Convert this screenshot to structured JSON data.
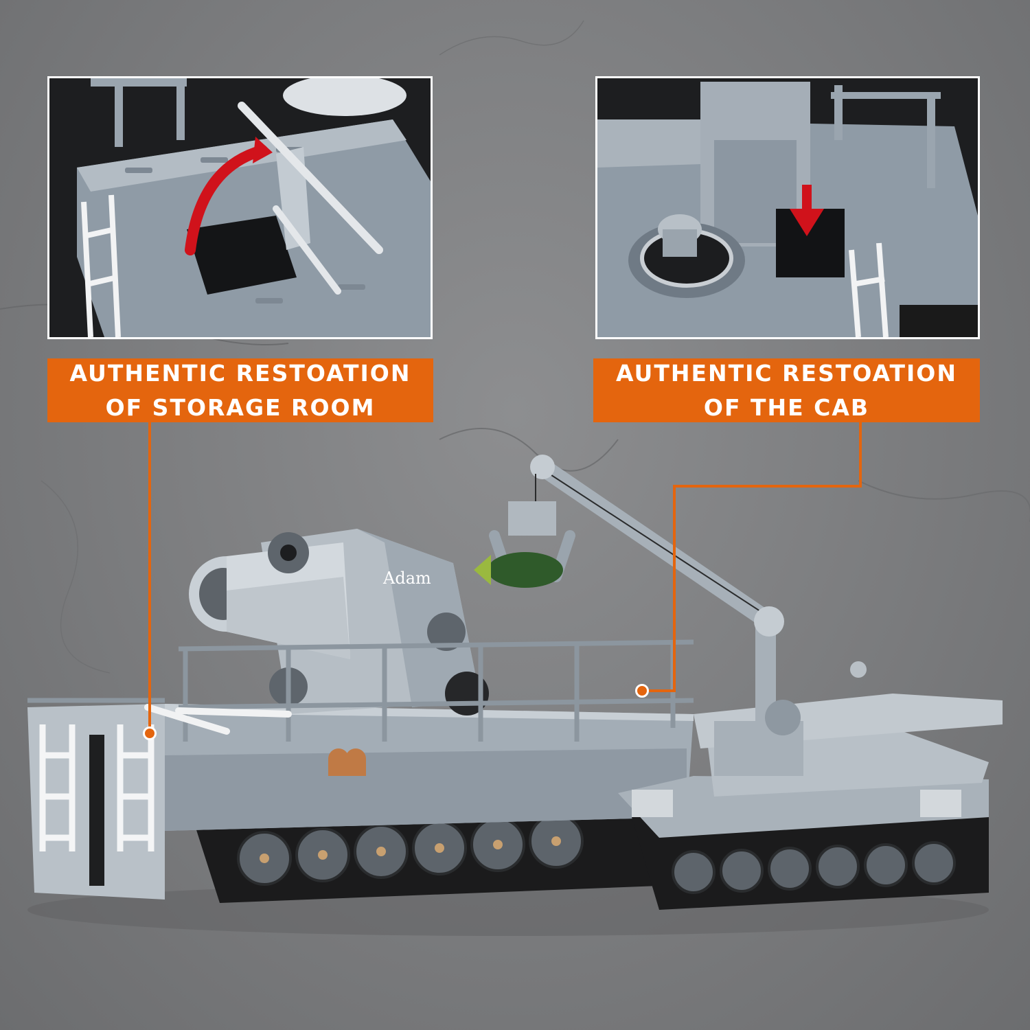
{
  "callouts": {
    "storage": {
      "line1": "AUTHENTIC RESTOATION",
      "line2": "OF STORAGE ROOM"
    },
    "cab": {
      "line1": "AUTHENTIC RESTOATION",
      "line2": "OF THE CAB"
    }
  },
  "model": {
    "gun_name": "Adam"
  },
  "colors": {
    "accent": "#e4650e",
    "background": "#7b7c7e",
    "brick_grey": "#a6b0b8",
    "shell_green": "#2f5a2a",
    "arrow_red": "#d0121b"
  },
  "icons": {
    "storage_arrow": "curved-arrow-icon",
    "cab_arrow": "down-arrow-icon"
  }
}
